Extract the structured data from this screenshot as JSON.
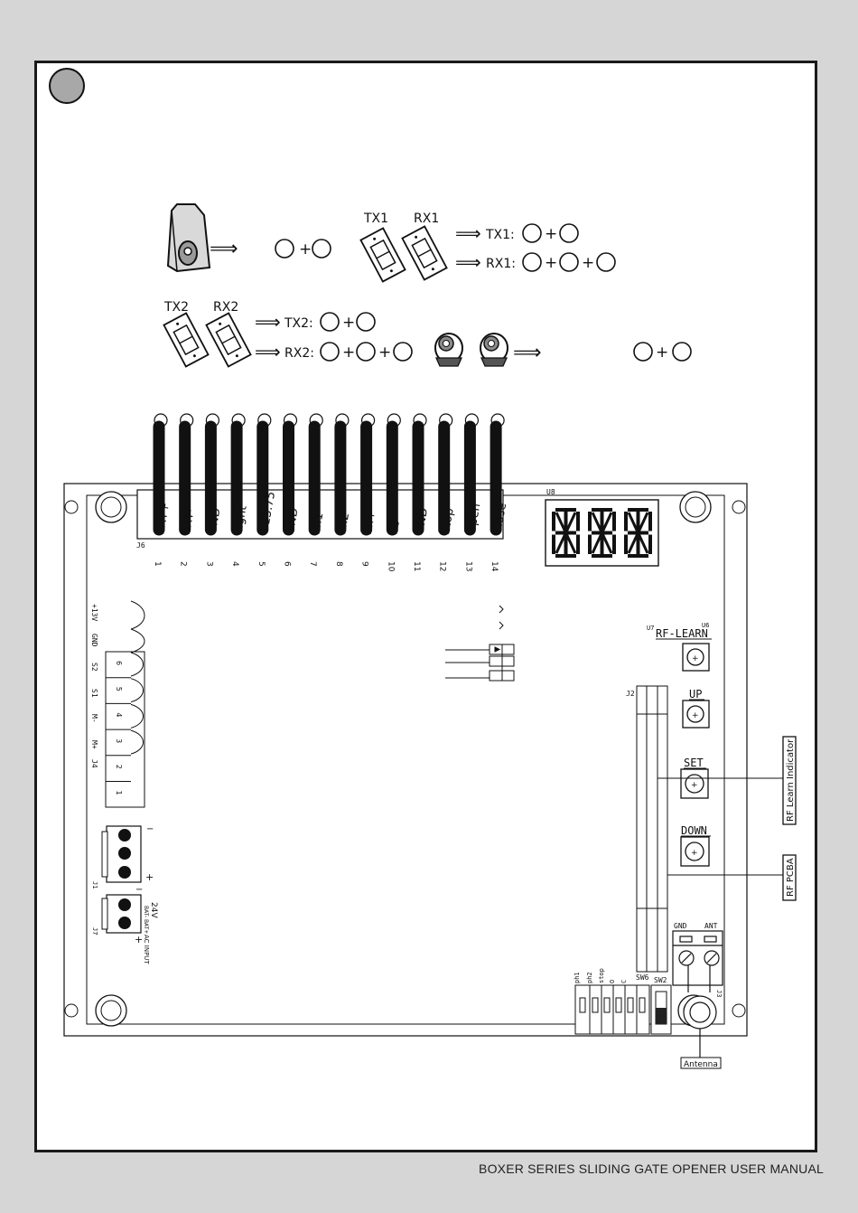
{
  "pairing": {
    "tx1_label": "TX1",
    "rx1_label": "RX1",
    "tx2_label": "TX2",
    "rx2_label": "RX2",
    "tx1_seq": "TX1:",
    "rx1_seq": "RX1:",
    "tx2_seq": "TX2:",
    "rx2_seq": "RX2:",
    "plus": "+",
    "arrow": "⟹"
  },
  "terminals": {
    "block_label": "J6",
    "names": [
      "EXT+",
      "EXT-",
      "GND",
      "Light",
      "+13.75",
      "GND",
      "Ph1",
      "Ph2",
      "Ph+",
      "Pb",
      "GND",
      "Stop",
      "Open",
      "Close"
    ],
    "numbers": [
      "1",
      "2",
      "3",
      "4",
      "5",
      "6",
      "7",
      "8",
      "9",
      "10",
      "11",
      "12",
      "13",
      "14"
    ]
  },
  "board": {
    "display_label": "U8",
    "rf_learn_label": "RF-LEARN",
    "u7_label": "U7",
    "u6_label": "U6",
    "up_label": "UP",
    "set_label": "SET",
    "down_label": "DOWN",
    "j2_label": "J2",
    "motor_labels": [
      "+13V",
      "GND",
      "S2",
      "S1",
      "M-",
      "M+",
      "J4"
    ],
    "motor_pins": [
      "6",
      "5",
      "4",
      "3",
      "2",
      "1"
    ],
    "j1_label": "J1",
    "j1_minus": "−",
    "j1_plus": "+",
    "j7_label": "J7",
    "j7_minus": "−",
    "j7_plus": "+",
    "ac_voltage": "24V",
    "bat_labels": "BAT- BAT+",
    "ac_input": "AC INPUT",
    "dip_labels": [
      "ph1",
      "ph2",
      "stop",
      "O",
      "C"
    ],
    "sw6_label": "SW6",
    "sw2_label": "SW2",
    "gnd_label": "GND",
    "ant_label": "ANT",
    "j3_label": "J3",
    "antenna_label": "Antenna",
    "callout_rf_learn": "RF Learn Indicator",
    "callout_rf_pcba": "RF PCBA"
  },
  "footer_text": "BOXER SERIES SLIDING GATE OPENER USER MANUAL"
}
